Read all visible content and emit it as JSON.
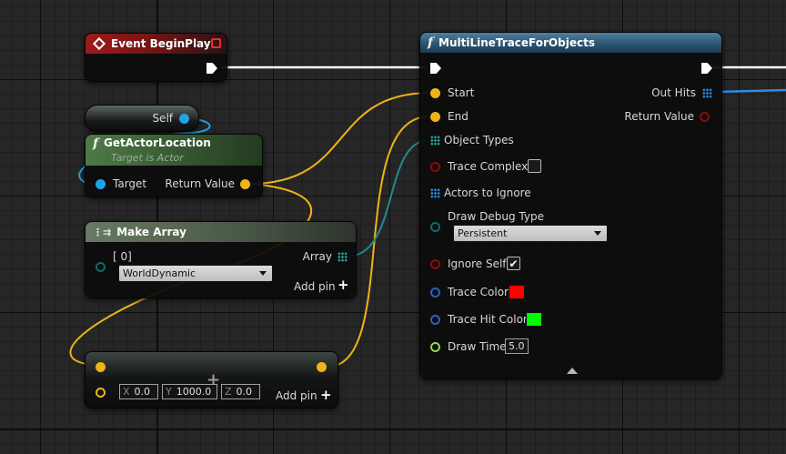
{
  "nodes": {
    "event_begin_play": {
      "title": "Event BeginPlay"
    },
    "trace": {
      "title": "MultiLineTraceForObjects",
      "inputs": {
        "start": "Start",
        "end": "End",
        "object_types": "Object Types",
        "trace_complex": "Trace Complex",
        "actors_to_ignore": "Actors to Ignore",
        "draw_debug_type": "Draw Debug Type",
        "draw_debug_value": "Persistent",
        "ignore_self": "Ignore Self",
        "ignore_self_checked": true,
        "trace_color": "Trace Color",
        "trace_color_value": "#ff0000",
        "trace_hit_color": "Trace Hit Color",
        "trace_hit_color_value": "#00ff00",
        "draw_time": "Draw Time",
        "draw_time_value": "5.0"
      },
      "outputs": {
        "out_hits": "Out Hits",
        "return_value": "Return Value"
      }
    },
    "self": {
      "label": "Self"
    },
    "get_actor_location": {
      "title": "GetActorLocation",
      "subtitle": "Target is Actor",
      "target": "Target",
      "return_value": "Return Value"
    },
    "make_array": {
      "title": "Make Array",
      "index_label": "[ 0]",
      "element_value": "WorldDynamic",
      "array_label": "Array",
      "add_pin": "Add pin"
    },
    "add_vector": {
      "x_label": "X",
      "x_value": "0.0",
      "y_label": "Y",
      "y_value": "1000.0",
      "z_label": "Z",
      "z_value": "0.0",
      "add_pin": "Add pin"
    }
  },
  "colors": {
    "exec": "#ffffff",
    "vector": "#f0b418",
    "object": "#1ea3e8",
    "object_type": "#1e8c8c",
    "boolean": "#8c0c0c",
    "linear_color": "#2a5fc4",
    "float": "#8cd84c",
    "array_blue": "#2f8ce0",
    "array_teal": "#2aa89a",
    "byte_enum": "#0e6b64"
  }
}
